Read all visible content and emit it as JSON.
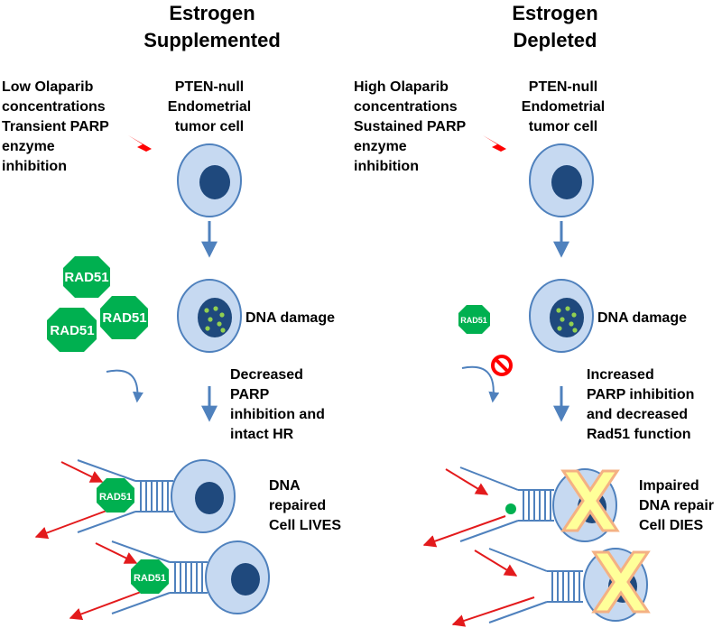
{
  "left_panel": {
    "title_line1": "Estrogen",
    "title_line2": "Supplemented",
    "condition": [
      "Low Olaparib",
      "concentrations",
      "Transient PARP",
      "enzyme",
      "inhibition"
    ],
    "cell_label": [
      "PTEN-null",
      "Endometrial",
      "tumor cell"
    ],
    "rad51_labels": [
      "RAD51",
      "RAD51",
      "RAD51",
      "RAD51",
      "RAD51"
    ],
    "damage_label": "DNA damage",
    "step_label": [
      "Decreased",
      "PARP",
      "inhibition and",
      "intact HR"
    ],
    "outcome": [
      "DNA",
      "repaired",
      "Cell LIVES"
    ]
  },
  "right_panel": {
    "title_line1": "Estrogen",
    "title_line2": "Depleted",
    "condition": [
      "High Olaparib",
      "concentrations",
      "Sustained PARP",
      "enzyme",
      "inhibition"
    ],
    "cell_label": [
      "PTEN-null",
      "Endometrial",
      "tumor cell"
    ],
    "rad51_label": "RAD51",
    "damage_label": "DNA damage",
    "step_label": [
      "Increased",
      "PARP inhibition",
      "and  decreased",
      "Rad51 function"
    ],
    "outcome": [
      "Impaired",
      "DNA repair",
      "Cell DIES"
    ]
  },
  "colors": {
    "cell_fill": "#c6d9f1",
    "cell_stroke": "#4f81bd",
    "nucleus": "#1f497d",
    "rad51": "#00b050",
    "arrow": "#4f81bd",
    "red_strand": "#e31a1c",
    "x_mark": "#ffff99",
    "x_outline": "#f4b183",
    "no_sign": "#ff0000",
    "lightning": "#ff0000"
  }
}
